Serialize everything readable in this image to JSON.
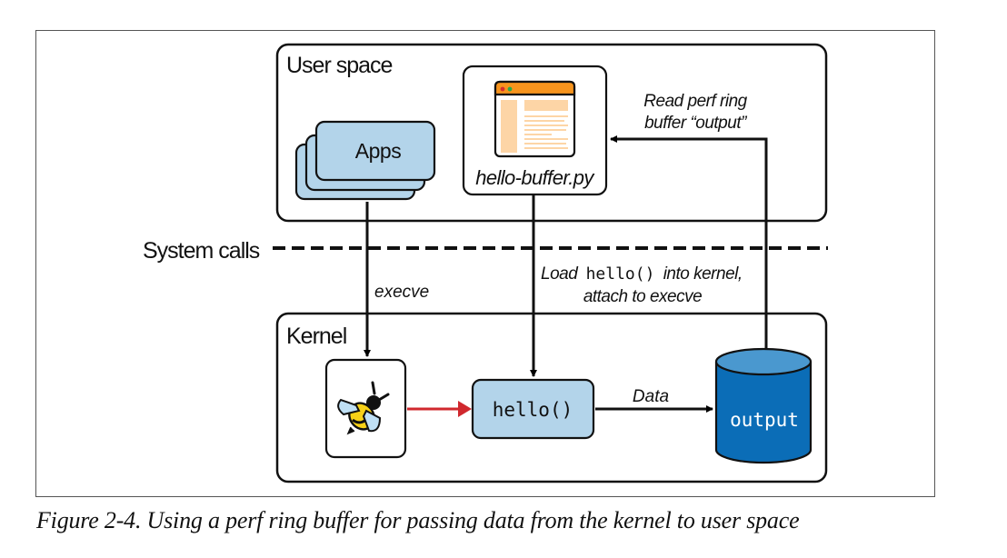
{
  "figure": {
    "caption": "Figure 2-4. Using a perf ring buffer for passing data from the kernel to user space"
  },
  "regions": {
    "user_space": "User space",
    "system_calls": "System calls",
    "kernel": "Kernel"
  },
  "nodes": {
    "apps": "Apps",
    "hello_buffer": "hello-buffer.py",
    "hello_fn": "hello()",
    "output": "output"
  },
  "edges": {
    "execve": "execve",
    "load_part1": "Load",
    "load_code": "hello()",
    "load_part2": "into kernel,",
    "load_line2": "attach to execve",
    "data": "Data",
    "read_line1": "Read perf ring",
    "read_line2": "buffer “output”"
  },
  "colors": {
    "box_fill": "#b3d4ea",
    "db_fill": "#0b6db7",
    "db_top": "#4a98cf",
    "red_arrow": "#d0282e",
    "browser_bar": "#f7941d",
    "browser_content": "#fdd5a6",
    "dot_red": "#d62e2e",
    "dot_green": "#2bab4a",
    "bee_yellow": "#f7d117",
    "bee_wing": "#bfe0f5"
  }
}
